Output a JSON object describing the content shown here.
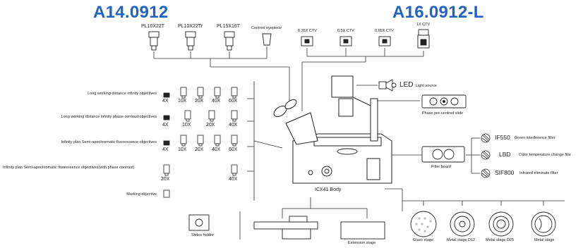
{
  "headers": {
    "left_code": "A14.0912",
    "right_code": "A16.0912-L"
  },
  "eyepieces": [
    {
      "label": "PL10X22T"
    },
    {
      "label": "PL10X22Tr"
    },
    {
      "label": "PL15X16T"
    },
    {
      "label": "Centred eyepiece"
    }
  ],
  "ctv": [
    {
      "label": "0.35X  CTV"
    },
    {
      "label": "0.5X  CTV"
    },
    {
      "label": "0.65X  CTV"
    },
    {
      "label": "1X  CTV"
    }
  ],
  "objective_rows": [
    {
      "label": "Long working distance infinity objectives",
      "mags": [
        "4X",
        "10X",
        "20X",
        "40X",
        "60X"
      ]
    },
    {
      "label": "Long working distance infinity phase contrast objectives",
      "mags": [
        "4X",
        "10X",
        "20X",
        "40X"
      ]
    },
    {
      "label": "Infinity plan Semi-apochromatic fluorescence objectives",
      "mags": [
        "4X",
        "10X",
        "20X",
        "40X",
        "60X"
      ]
    },
    {
      "label": "Infinity plan Semi-apochromatic fluorescence objectives(with phase contrast)",
      "mags": [
        "20X",
        "40X"
      ]
    },
    {
      "label": "Marking objective",
      "mags": []
    }
  ],
  "light": {
    "led": "LED",
    "source": "Light source"
  },
  "phase_slide": "Phase pre-centred slide",
  "filter_board": "Filter board",
  "filters": [
    {
      "code": "IF550",
      "desc": "Green interference filter"
    },
    {
      "code": "LBD",
      "desc": "Color temperature change filte"
    },
    {
      "code": "SIF800",
      "desc": "Infrared eliminate filter"
    }
  ],
  "body_label": "ICX41 Body",
  "stages": {
    "slides_holder": "Slides holder",
    "extension": "Extension stage",
    "glass": "Glass stage",
    "metal_12": "Metal stage D12",
    "metal_25": "Metal stage D25",
    "metal_plain": "Metal stage"
  }
}
